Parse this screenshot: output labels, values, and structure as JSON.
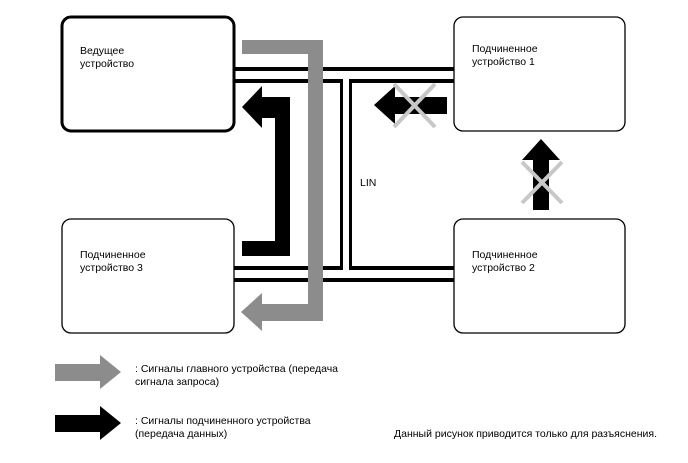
{
  "nodes": {
    "master": {
      "label": "Ведущее\nустройство"
    },
    "slave1": {
      "label": "Подчиненное\nустройство 1"
    },
    "slave2": {
      "label": "Подчиненное\nустройство 2"
    },
    "slave3": {
      "label": "Подчиненное\nустройство 3"
    }
  },
  "bus": {
    "label": "LIN"
  },
  "legend": {
    "master_signals": ": Сигналы главного устройства (передача\nсигнала запроса)",
    "slave_signals": ": Сигналы подчиненного устройства\n(передача данных)"
  },
  "note": "Данный рисунок приводится только для разъяснения.",
  "colors": {
    "master_arrow": "#8c8c8c",
    "slave_arrow": "#000000",
    "blocked_cross": "#c8c8c8",
    "box_border": "#000000"
  },
  "icons": {
    "blocked": "cross-icon"
  }
}
